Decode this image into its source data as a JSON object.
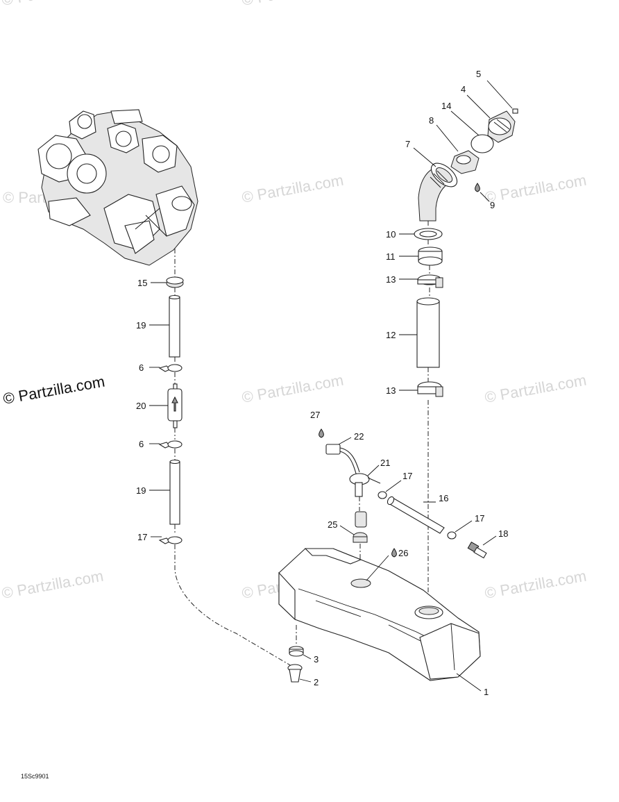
{
  "watermarks": [
    "© Partzilla.com",
    "© Partzilla.com",
    "© Partzilla.com",
    "© Partzilla.com",
    "© Partzilla.com",
    "© Partzilla.com",
    "© Partzilla.com",
    "© Partzilla.com",
    "© Partzilla.com",
    "© Partzilla.com",
    "© Partzilla.com"
  ],
  "figure_code": "15Sc9901",
  "callouts": {
    "p1": "1",
    "p2": "2",
    "p3": "3",
    "p4": "4",
    "p5": "5",
    "p6a": "6",
    "p6b": "6",
    "p7": "7",
    "p8": "8",
    "p9": "9",
    "p10": "10",
    "p11": "11",
    "p12": "12",
    "p13a": "13",
    "p13b": "13",
    "p14": "14",
    "p15": "15",
    "p16": "16",
    "p17a": "17",
    "p17b": "17",
    "p17c": "17",
    "p18": "18",
    "p19a": "19",
    "p19b": "19",
    "p20": "20",
    "p21": "21",
    "p22": "22",
    "p25": "25",
    "p26": "26",
    "p27": "27"
  }
}
